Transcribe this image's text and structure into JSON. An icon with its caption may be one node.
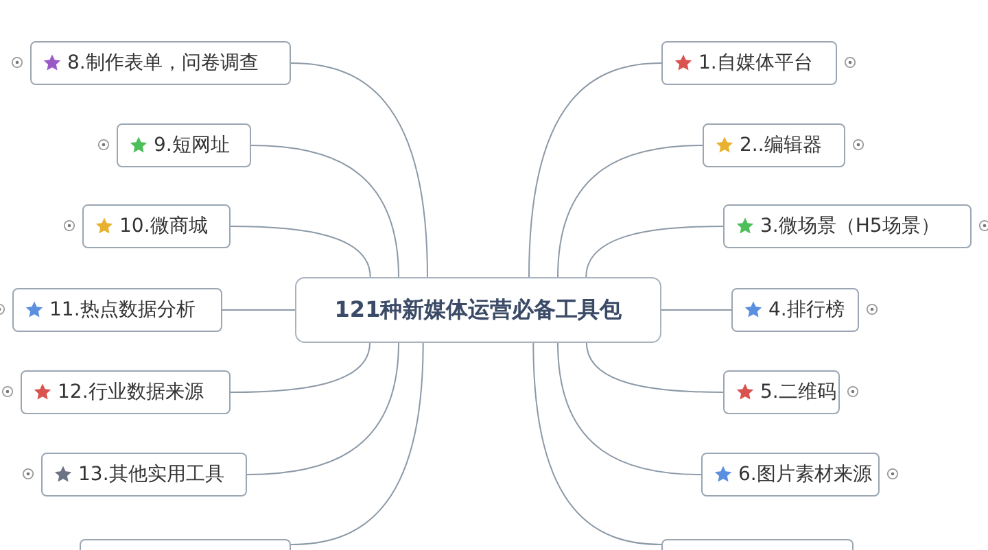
{
  "diagram": {
    "nodes": [
      {
        "text": [
          "121种新媒体运营必备工具包"
        ]
      },
      {
        "text": [
          "1.自媒体平台"
        ]
      },
      {
        "text": [
          "2..编辑器"
        ]
      },
      {
        "text": [
          "3.微场景（H5场景）"
        ]
      },
      {
        "text": [
          "4.排行榜"
        ]
      },
      {
        "text": [
          "5.二维码"
        ]
      },
      {
        "text": [
          "6.图片素材来源"
        ]
      },
      {
        "text": [],
        "shape": "box"
      },
      {
        "text": [
          "8.制作表单，问卷调查"
        ]
      },
      {
        "text": [
          "9.短网址"
        ]
      },
      {
        "text": [
          "10.微商城"
        ]
      },
      {
        "text": [
          "11.热点数据分析"
        ]
      },
      {
        "text": [
          "12.行业数据来源"
        ]
      },
      {
        "text": [
          "13.其他实用工具"
        ]
      },
      {
        "text": [],
        "shape": "box"
      }
    ],
    "edges": [
      {
        "from": 0,
        "to": 1,
        "arrow": "none"
      },
      {
        "from": 0,
        "to": 2,
        "arrow": "none"
      },
      {
        "from": 0,
        "to": 3,
        "arrow": "none"
      },
      {
        "from": 0,
        "to": 4,
        "arrow": "none"
      },
      {
        "from": 0,
        "to": 5,
        "arrow": "none"
      },
      {
        "from": 0,
        "to": 6,
        "arrow": "none"
      },
      {
        "from": 0,
        "to": 7,
        "arrow": "none"
      },
      {
        "from": 0,
        "to": 8,
        "arrow": "none"
      },
      {
        "from": 0,
        "to": 9,
        "arrow": "none"
      },
      {
        "from": 0,
        "to": 10,
        "arrow": "none"
      },
      {
        "from": 0,
        "to": 11,
        "arrow": "none"
      },
      {
        "from": 0,
        "to": 12,
        "arrow": "none"
      },
      {
        "from": 0,
        "to": 13,
        "arrow": "none"
      },
      {
        "from": 0,
        "to": 14,
        "arrow": "none"
      }
    ]
  }
}
